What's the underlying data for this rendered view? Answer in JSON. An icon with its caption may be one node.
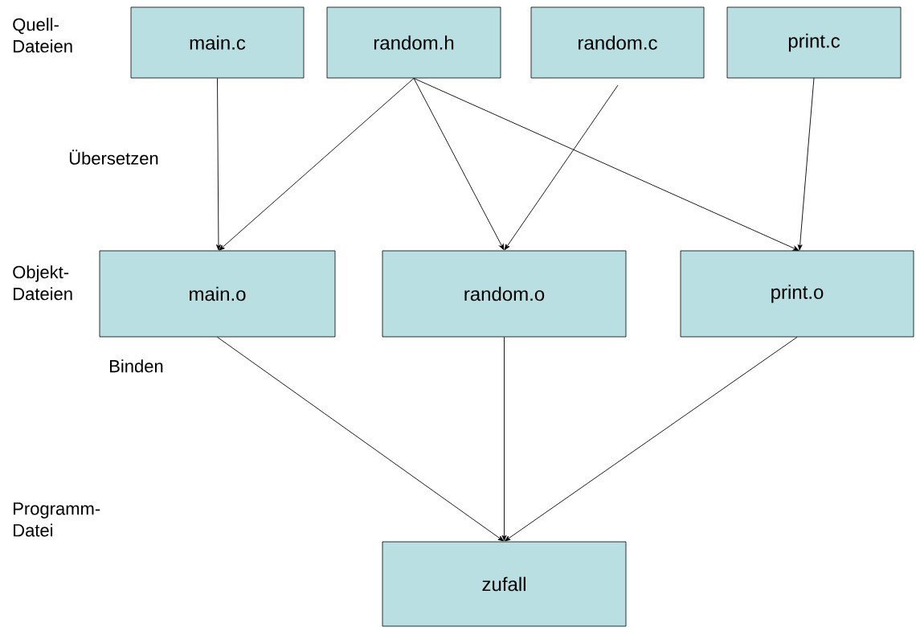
{
  "diagram": {
    "nodes": [
      {
        "text": [
          "main.c"
        ]
      },
      {
        "text": [
          "random.h"
        ]
      },
      {
        "text": [
          "random.c"
        ]
      },
      {
        "text": [
          "print.c"
        ]
      },
      {
        "text": [
          "main.o"
        ]
      },
      {
        "text": [
          "random.o"
        ]
      },
      {
        "text": [
          "print.o"
        ]
      },
      {
        "text": [
          "zufall"
        ]
      }
    ],
    "edges": [
      {
        "from": 0,
        "to": 4,
        "arrow": "to"
      },
      {
        "from": 1,
        "to": 4,
        "arrow": "to"
      },
      {
        "from": 1,
        "to": 5,
        "arrow": "to"
      },
      {
        "from": 2,
        "to": 5,
        "arrow": "to"
      },
      {
        "from": 1,
        "to": 6,
        "arrow": "to"
      },
      {
        "from": 3,
        "to": 6,
        "arrow": "to"
      },
      {
        "from": 4,
        "to": 7,
        "arrow": "to"
      },
      {
        "from": 5,
        "to": 7,
        "arrow": "to"
      },
      {
        "from": 6,
        "to": 7,
        "arrow": "to"
      }
    ],
    "labels": [
      "Quell- Dateien",
      "Übersetzen",
      "Objekt- Dateien",
      "Binden",
      "Programm- Datei"
    ]
  }
}
